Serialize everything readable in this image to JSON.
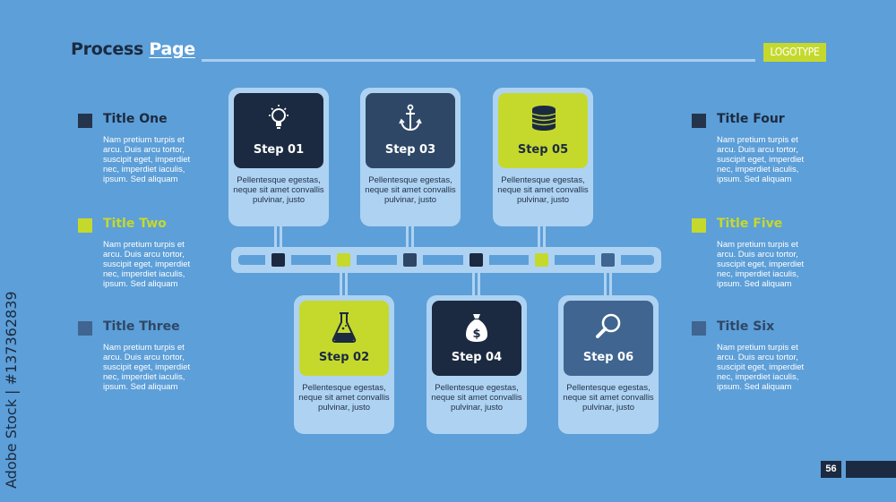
{
  "header": {
    "title_part1": "Process",
    "title_part2": "Page"
  },
  "logo": {
    "text": "LOGOTYPE"
  },
  "watermark": {
    "text": "Adobe Stock | #137362839"
  },
  "colors": {
    "background": "#5d9fd8",
    "dark": "#1b2a40",
    "mid": "#2e4766",
    "steel": "#3f6590",
    "lime": "#c5d92d",
    "pale": "#aed2f2"
  },
  "left_items": [
    {
      "title": "Title One",
      "body": "Nam pretium turpis et arcu. Duis arcu tortor, suscipit eget, imperdiet nec, imperdiet iaculis, ipsum. Sed aliquam",
      "color": "#24344c"
    },
    {
      "title": "Title Two",
      "body": "Nam pretium turpis et arcu. Duis arcu tortor, suscipit eget, imperdiet nec, imperdiet iaculis, ipsum. Sed aliquam",
      "color": "#c5d92d"
    },
    {
      "title": "Title Three",
      "body": "Nam pretium turpis et arcu. Duis arcu tortor, suscipit eget, imperdiet nec, imperdiet iaculis, ipsum. Sed aliquam",
      "color": "#3f6590"
    }
  ],
  "right_items": [
    {
      "title": "Title Four",
      "body": "Nam pretium turpis et arcu. Duis arcu tortor, suscipit eget, imperdiet nec, imperdiet iaculis, ipsum. Sed aliquam",
      "color": "#24344c"
    },
    {
      "title": "Title Five",
      "body": "Nam pretium turpis et arcu. Duis arcu tortor, suscipit eget, imperdiet nec, imperdiet iaculis, ipsum. Sed aliquam",
      "color": "#c5d92d"
    },
    {
      "title": "Title Six",
      "body": "Nam pretium turpis et arcu. Duis arcu tortor, suscipit eget, imperdiet nec, imperdiet iaculis, ipsum. Sed aliquam",
      "color": "#3f6590"
    }
  ],
  "steps": [
    {
      "label": "Step 01",
      "desc": "Pellentesque egestas, neque sit amet convallis pulvinar, justo",
      "icon": "lightbulb-icon",
      "color": "#1b2a40"
    },
    {
      "label": "Step 02",
      "desc": "Pellentesque egestas, neque sit amet convallis pulvinar, justo",
      "icon": "flask-icon",
      "color": "#c5d92d"
    },
    {
      "label": "Step 03",
      "desc": "Pellentesque egestas, neque sit amet convallis pulvinar, justo",
      "icon": "anchor-icon",
      "color": "#2e4766"
    },
    {
      "label": "Step 04",
      "desc": "Pellentesque egestas, neque sit amet convallis pulvinar, justo",
      "icon": "money-bag-icon",
      "color": "#1b2a40"
    },
    {
      "label": "Step 05",
      "desc": "Pellentesque egestas, neque sit amet convallis pulvinar, justo",
      "icon": "coin-stack-icon",
      "color": "#c5d92d"
    },
    {
      "label": "Step 06",
      "desc": "Pellentesque egestas, neque sit amet convallis pulvinar, justo",
      "icon": "magnifier-icon",
      "color": "#3f6590"
    }
  ],
  "page_number": "56"
}
